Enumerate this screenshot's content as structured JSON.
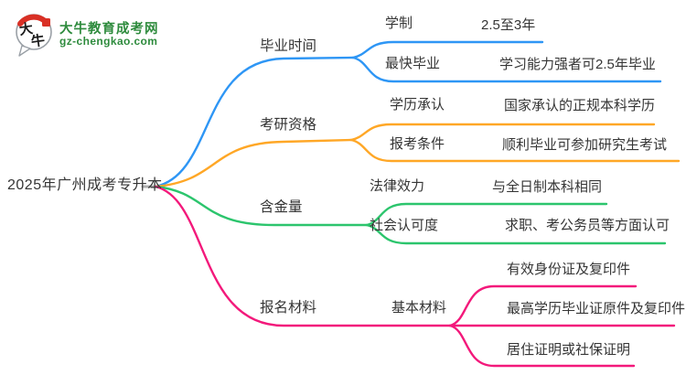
{
  "logo": {
    "icon_text": "大牛",
    "title": "大牛教育成考网",
    "subtitle": "gz-chengkao.com",
    "brand_color": "#2e8b3d"
  },
  "colors": {
    "branch_blue": "#2e96f5",
    "branch_orange": "#ffa726",
    "branch_green": "#2cc56d",
    "branch_pink": "#f3197b",
    "text": "#353535"
  },
  "mindmap": {
    "root": "2025年广州成考专升本",
    "branches": [
      {
        "label": "毕业时间",
        "color": "#2e96f5",
        "children": [
          {
            "label": "学制",
            "value": "2.5至3年"
          },
          {
            "label": "最快毕业",
            "value": "学习能力强者可2.5年毕业"
          }
        ]
      },
      {
        "label": "考研资格",
        "color": "#ffa726",
        "children": [
          {
            "label": "学历承认",
            "value": "国家承认的正规本科学历"
          },
          {
            "label": "报考条件",
            "value": "顺利毕业可参加研究生考试"
          }
        ]
      },
      {
        "label": "含金量",
        "color": "#2cc56d",
        "children": [
          {
            "label": "法律效力",
            "value": "与全日制本科相同"
          },
          {
            "label": "社会认可度",
            "value": "求职、考公务员等方面认可"
          }
        ]
      },
      {
        "label": "报名材料",
        "color": "#f3197b",
        "children": [
          {
            "label": "基本材料",
            "items": [
              "有效身份证及复印件",
              "最高学历毕业证原件及复印件",
              "居住证明或社保证明"
            ]
          }
        ]
      }
    ]
  }
}
